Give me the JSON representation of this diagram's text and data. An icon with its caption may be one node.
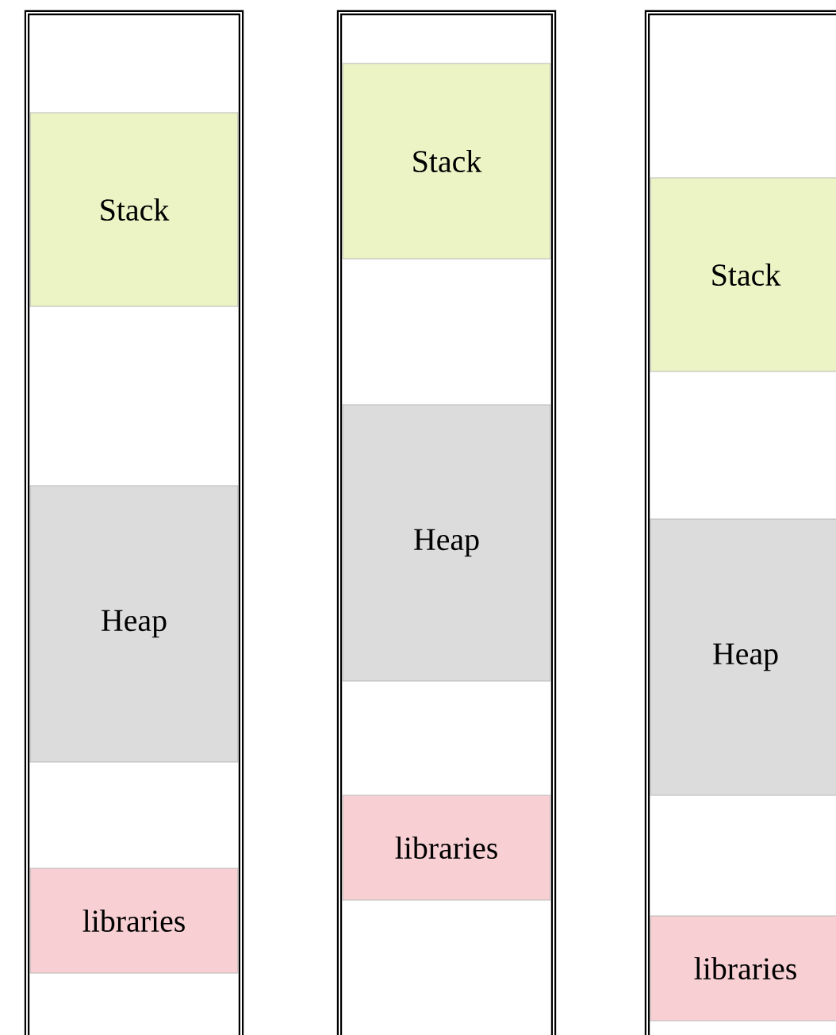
{
  "diagram": {
    "nodes": [
      {
        "text": [],
        "shape": "box"
      },
      {
        "text": [
          "Stack"
        ],
        "in": 0
      },
      {
        "text": [
          "Heap"
        ],
        "in": 0
      },
      {
        "text": [
          "libraries"
        ],
        "in": 0
      },
      {
        "text": [],
        "shape": "box"
      },
      {
        "text": [
          "Stack"
        ],
        "in": 4
      },
      {
        "text": [
          "Heap"
        ],
        "in": 4
      },
      {
        "text": [
          "libraries"
        ],
        "in": 4
      },
      {
        "text": [],
        "shape": "box"
      },
      {
        "text": [
          "Stack"
        ],
        "in": 8
      },
      {
        "text": [
          "Heap"
        ],
        "in": 8
      },
      {
        "text": [
          "libraries"
        ],
        "in": 8
      }
    ]
  }
}
